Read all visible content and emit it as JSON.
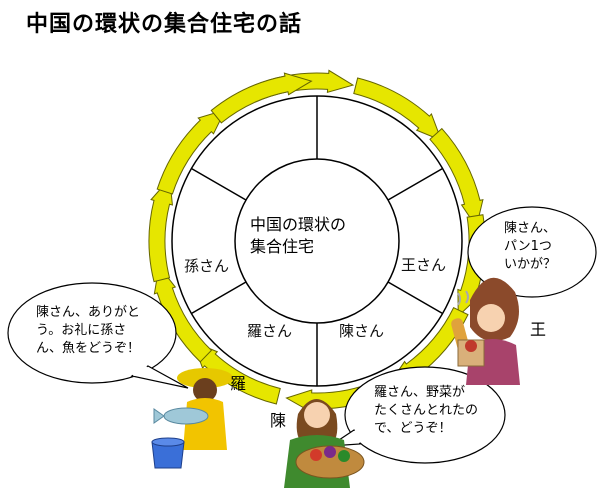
{
  "title": "中国の環状の集合住宅の話",
  "center_text": [
    "中国の環状の",
    "集合住宅"
  ],
  "rooms": {
    "sun": "孫さん",
    "wang": "王さん",
    "luo": "羅さん",
    "chen": "陳さん"
  },
  "bubbles": {
    "wang": [
      "陳さん、",
      "パン1つ",
      "いかが？"
    ],
    "luo": [
      "陳さん、ありがと",
      "う。お礼に孫さ",
      "ん、魚をどうぞ！"
    ],
    "chen": [
      "羅さん、野菜が",
      "たくさんとれたの",
      "で、どうぞ！"
    ]
  },
  "people": {
    "wang": "王",
    "luo": "羅",
    "chen": "陳"
  },
  "colors": {
    "arrow_fill": "#e6e600",
    "arrow_stroke": "#666600",
    "ring_stroke": "#000000"
  }
}
